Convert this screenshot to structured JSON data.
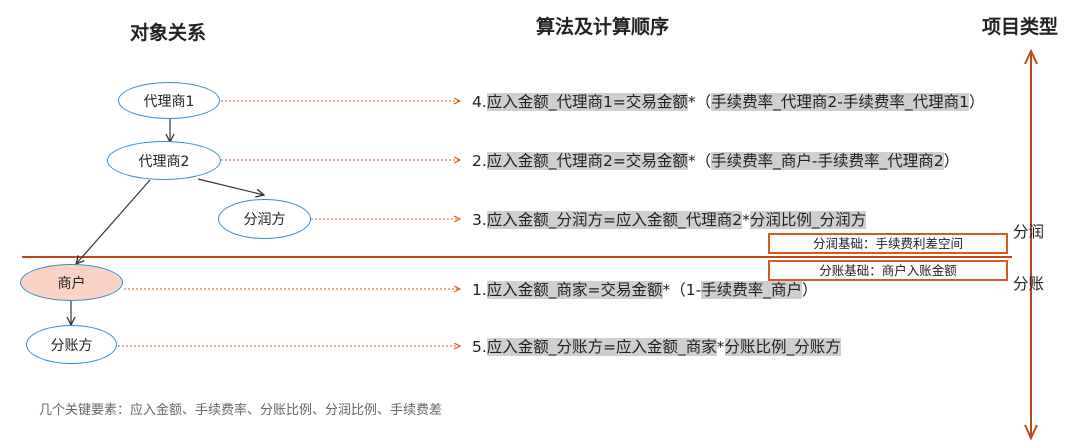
{
  "headers": {
    "objects": "对象关系",
    "algorithm": "算法及计算顺序",
    "type": "项目类型"
  },
  "nodes": {
    "agent1": "代理商1",
    "agent2": "代理商2",
    "profit_party": "分润方",
    "merchant": "商户",
    "split_party": "分账方"
  },
  "formulas": {
    "f4": {
      "num": "4.",
      "a": "应入金额_代理商1=交易金额",
      "b": "*（",
      "c": "手续费率_代理商2-手续费率_代理商1",
      "d": "）"
    },
    "f2": {
      "num": "2.",
      "a": "应入金额_代理商2=交易金额",
      "b": "*（",
      "c": "手续费率_商户-手续费率_代理商2",
      "d": "）"
    },
    "f3": {
      "num": "3.",
      "a": "应入金额_分润方=应入金额_代理商2",
      "b": "*",
      "c": "分润比例_分润方",
      "d": ""
    },
    "f1": {
      "num": "1.",
      "a": "应入金额_商家=交易金额",
      "b": "*（1-",
      "c": "手续费率_商户",
      "d": "）"
    },
    "f5": {
      "num": "5.",
      "a": "应入金额_分账方=应入金额_商家",
      "b": "*",
      "c": "分账比例_分账方",
      "d": ""
    }
  },
  "bands": {
    "profit_basis": "分润基础：手续费利差空间",
    "split_basis": "分账基础：商户入账金额"
  },
  "side_labels": {
    "profit": "分润",
    "split": "分账"
  },
  "footnote": "几个关键要素：应入金额、手续费率、分账比例、分润比例、手续费差",
  "colors": {
    "node_border": "#2f8fd1",
    "merchant_fill": "#fbd3c4",
    "accent": "#d85a1e",
    "highlight": "#cfcfcf"
  }
}
